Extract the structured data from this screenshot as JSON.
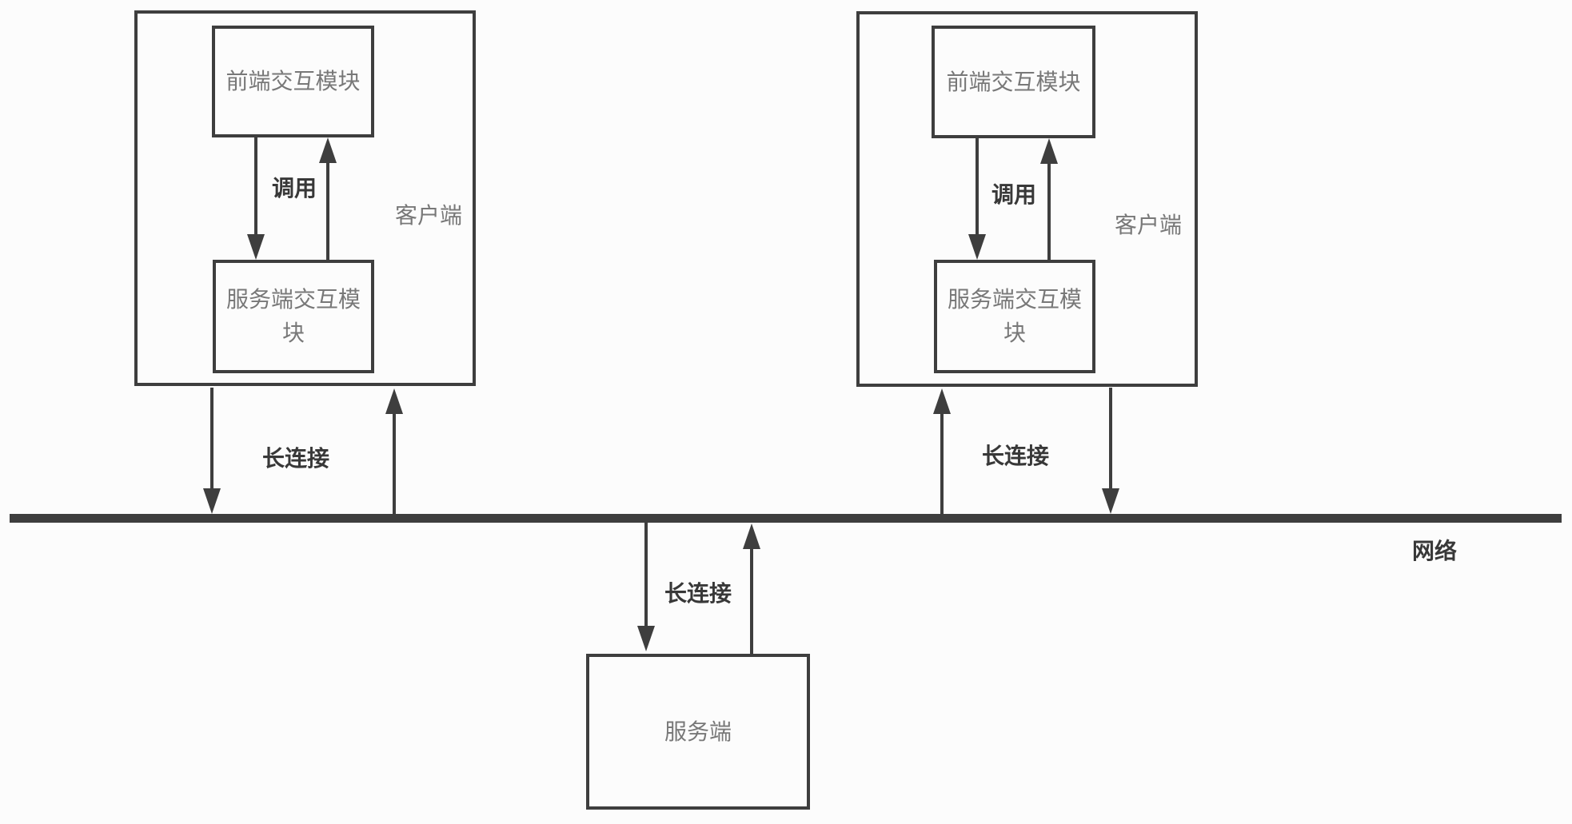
{
  "figure": {
    "clients": [
      {
        "label": "客户端",
        "front_module_label": "前端交互模块",
        "server_module_label": "服务端交互模块",
        "call_label": "调用",
        "connection_label": "长连接"
      },
      {
        "label": "客户端",
        "front_module_label": "前端交互模块",
        "server_module_label": "服务端交互模块",
        "call_label": "调用",
        "connection_label": "长连接"
      }
    ],
    "server": {
      "label": "服务端",
      "connection_label": "长连接"
    },
    "network_label": "网络"
  },
  "colors": {
    "ink": "#3e3e3e",
    "muted_text": "#787878",
    "background": "#fcfcfc"
  }
}
